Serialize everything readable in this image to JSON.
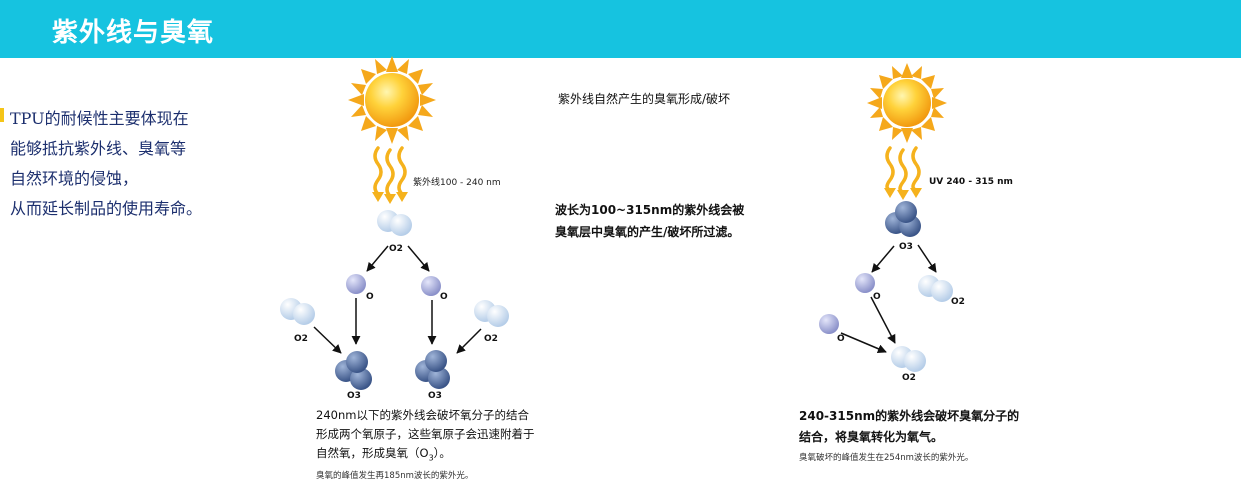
{
  "header": {
    "title": "紫外线与臭氧"
  },
  "intro": {
    "lines": [
      "TPU的耐候性主要体现在",
      "能够抵抗紫外线、臭氧等",
      "自然环境的侵蚀，",
      "从而延长制品的使用寿命。"
    ]
  },
  "center": {
    "title": "紫外线自然产生的臭氧形成/破坏",
    "desc_line1": "波长为100~315nm的紫外线会被",
    "desc_line2": "臭氧层中臭氧的产生/破坏所过滤。"
  },
  "left_diagram": {
    "uv_label": "紫外线100 - 240 nm",
    "labels": {
      "o2_top": "O2",
      "o_left": "O",
      "o_right": "O",
      "o2_left": "O2",
      "o2_right": "O2",
      "o3_left": "O3",
      "o3_right": "O3"
    },
    "caption_line1": "240nm以下的紫外线会破坏氧分子的结合",
    "caption_line2": "形成两个氧原子，这些氧原子会迅速附着于",
    "caption_line3": "自然氧，形成臭氧（O",
    "caption_sub": "3",
    "caption_end": "）。",
    "note": "臭氧的峰值发生再185nm波长的紫外光。"
  },
  "right_diagram": {
    "uv_label": "UV 240 - 315 nm",
    "labels": {
      "o3_top": "O3",
      "o2_right": "O2",
      "o_mid": "O",
      "o_left": "O",
      "o2_bottom": "O2"
    },
    "caption_line1": "240-315nm的紫外线会破坏臭氧分子的",
    "caption_line2": "结合，将臭氧转化为氧气。",
    "note": "臭氧破坏的峰值发生在254nm波长的紫外光。"
  },
  "colors": {
    "header_bg": "#16c3e0",
    "intro_text": "#1c2f6e",
    "o2_molecule": "#cfe0f2",
    "o_atom": "#aaaedb",
    "o3_molecule": "#4f6a9a",
    "sun": "#f7b51a"
  }
}
